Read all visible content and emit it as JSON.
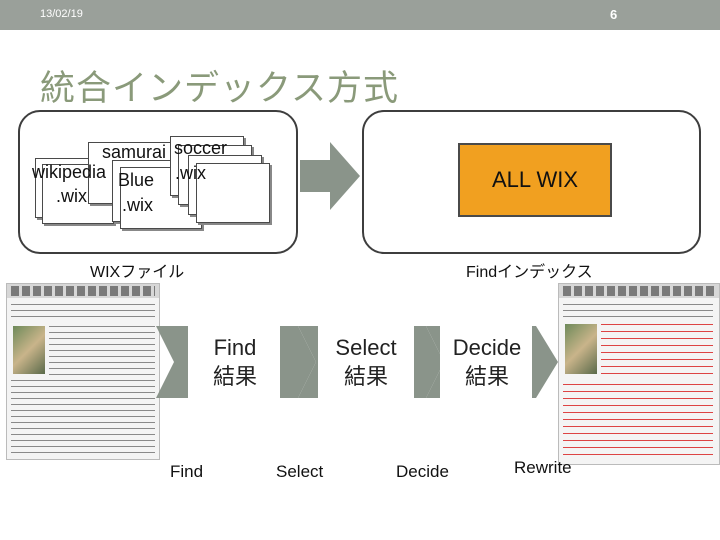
{
  "header": {
    "date": "13/02/19",
    "page_number": "6"
  },
  "title": "統合インデックス方式",
  "wix_files": {
    "texts": [
      "samurai",
      "soccer",
      "wikipedia",
      "Blue",
      ".wix",
      ".wix",
      ".wix"
    ],
    "label": "WIXファイル"
  },
  "find_index": {
    "box_text": "ALL WIX",
    "label": "Findインデックス"
  },
  "pipeline": {
    "stages": [
      {
        "title": "Find",
        "subtitle": "結果"
      },
      {
        "title": "Select",
        "subtitle": "結果"
      },
      {
        "title": "Decide",
        "subtitle": "結果"
      }
    ],
    "bottom_labels": [
      "Find",
      "Select",
      "Decide",
      "Rewrite"
    ]
  },
  "colors": {
    "topbar": "#9aa09a",
    "title": "#8a9a7a",
    "all_wix_box": "#f1a020",
    "arrow": "#8a948a"
  }
}
